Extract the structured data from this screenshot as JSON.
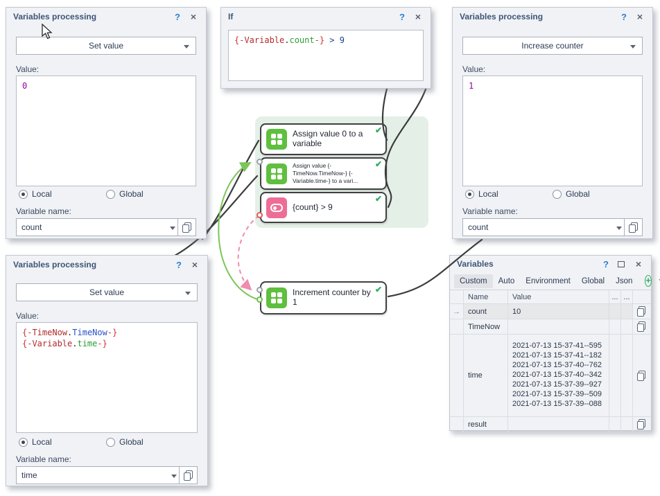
{
  "icons": {
    "help": "?",
    "close": "×",
    "check": "✔",
    "add_plus": "+",
    "row_arrow": "→"
  },
  "colors": {
    "node_green": "#5fbf3f",
    "node_pink": "#ee6d96",
    "check_green": "#27ae60",
    "wire_black": "#3c3c3c",
    "wire_green": "#7cc558",
    "wire_pink": "#f08cad",
    "macro_red": "#d03030",
    "macro_green": "#2e9e33",
    "macro_blue": "#2b50c8",
    "value_purple": "#95009a"
  },
  "panel_set_count": {
    "title": "Variables processing",
    "action_selected": "Set value",
    "value_label": "Value:",
    "value": "0",
    "radio_local": "Local",
    "radio_global": "Global",
    "variable_label": "Variable name:",
    "variable_value": "count"
  },
  "panel_if": {
    "title": "If",
    "tokens": {
      "open": "{-",
      "ns": "Variable",
      "dot": ".",
      "name": "count",
      "close": "-}",
      "rest": " > 9"
    }
  },
  "panel_increase": {
    "title": "Variables processing",
    "action_selected": "Increase counter",
    "value_label": "Value:",
    "value": "1",
    "radio_local": "Local",
    "radio_global": "Global",
    "variable_label": "Variable name:",
    "variable_value": "count"
  },
  "panel_set_time": {
    "title": "Variables processing",
    "action_selected": "Set value",
    "value_label": "Value:",
    "line1": {
      "open": "{-",
      "ns": "TimeNow",
      "dot": ".",
      "name": "TimeNow",
      "close": "-}"
    },
    "line2": {
      "open": "{-",
      "ns": "Variable",
      "dot": ".",
      "name": "time",
      "close": "-}"
    },
    "radio_local": "Local",
    "radio_global": "Global",
    "variable_label": "Variable name:",
    "variable_value": "time"
  },
  "panel_variables": {
    "title": "Variables",
    "tabs": [
      "Custom",
      "Auto",
      "Environment",
      "Global",
      "Json"
    ],
    "active_tab": "Custom",
    "col_name": "Name",
    "col_value": "Value",
    "col_dots1": "...",
    "col_dots2": "...",
    "rows": [
      {
        "name": "count",
        "value": "10"
      },
      {
        "name": "TimeNow",
        "value": ""
      },
      {
        "name": "time",
        "value_lines": [
          "2021-07-13  15-37-41--595",
          "2021-07-13  15-37-41--182",
          "2021-07-13  15-37-40--762",
          "2021-07-13  15-37-40--342",
          "2021-07-13  15-37-39--927",
          "2021-07-13  15-37-39--509",
          "2021-07-13  15-37-39--088"
        ]
      },
      {
        "name": "result",
        "value": ""
      }
    ]
  },
  "flow": {
    "node1_label": "Assign value 0 to a variable",
    "node2_label": "Assign value {-TimeNow.TimeNow-} {-Variable.time-} to a vari...",
    "node3_label": "{count} > 9",
    "node4_label": "Increment counter by 1"
  }
}
